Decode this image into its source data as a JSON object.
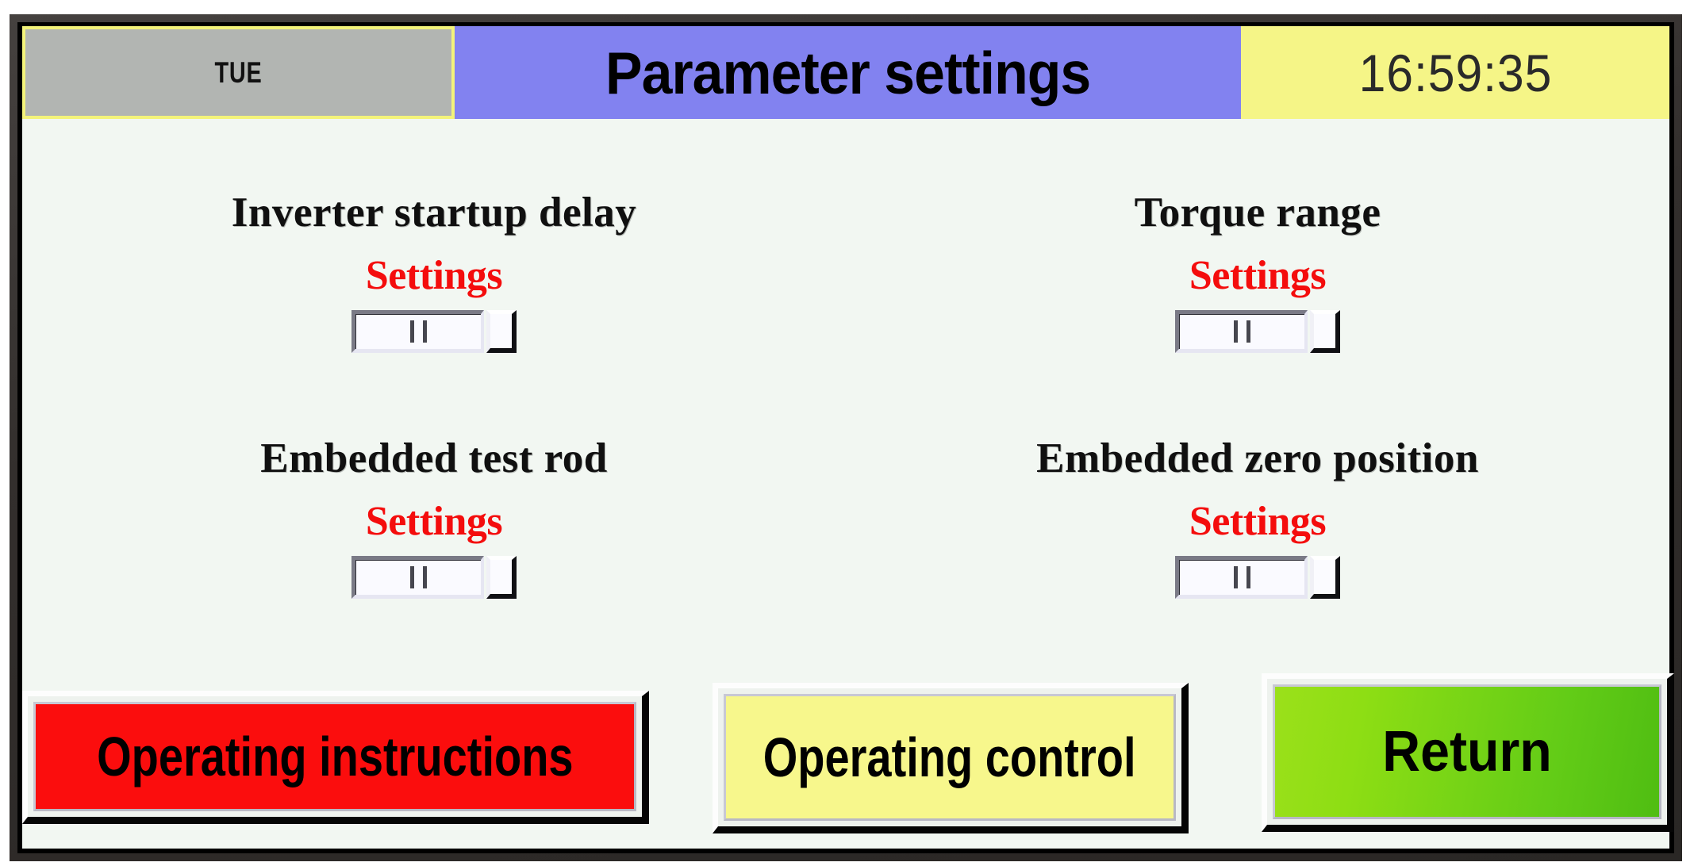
{
  "header": {
    "day": "TUE",
    "title": "Parameter settings",
    "time": "16:59:35",
    "colors": {
      "day_bg": "#b2b5b2",
      "day_border": "#f3f37a",
      "title_bg": "#8282f0",
      "time_bg": "#f5f587"
    }
  },
  "panel": {
    "background": "#f2f7f2",
    "bezel": "#332f2d"
  },
  "parameters": [
    {
      "title": "Inverter startup delay",
      "action_label": "Settings",
      "widget": "numeric-entry-spinner"
    },
    {
      "title": "Torque range",
      "action_label": "Settings",
      "widget": "numeric-entry-spinner"
    },
    {
      "title": "Embedded test rod",
      "action_label": "Settings",
      "widget": "numeric-entry-spinner"
    },
    {
      "title": "Embedded zero position",
      "action_label": "Settings",
      "widget": "numeric-entry-spinner"
    }
  ],
  "settings_color": "#f40d0d",
  "footer": {
    "buttons": [
      {
        "label": "Operating instructions",
        "color": "#fb0d0d"
      },
      {
        "label": "Operating control",
        "color": "#f7f78c"
      },
      {
        "label": "Return",
        "color": "#7ed321"
      }
    ]
  }
}
